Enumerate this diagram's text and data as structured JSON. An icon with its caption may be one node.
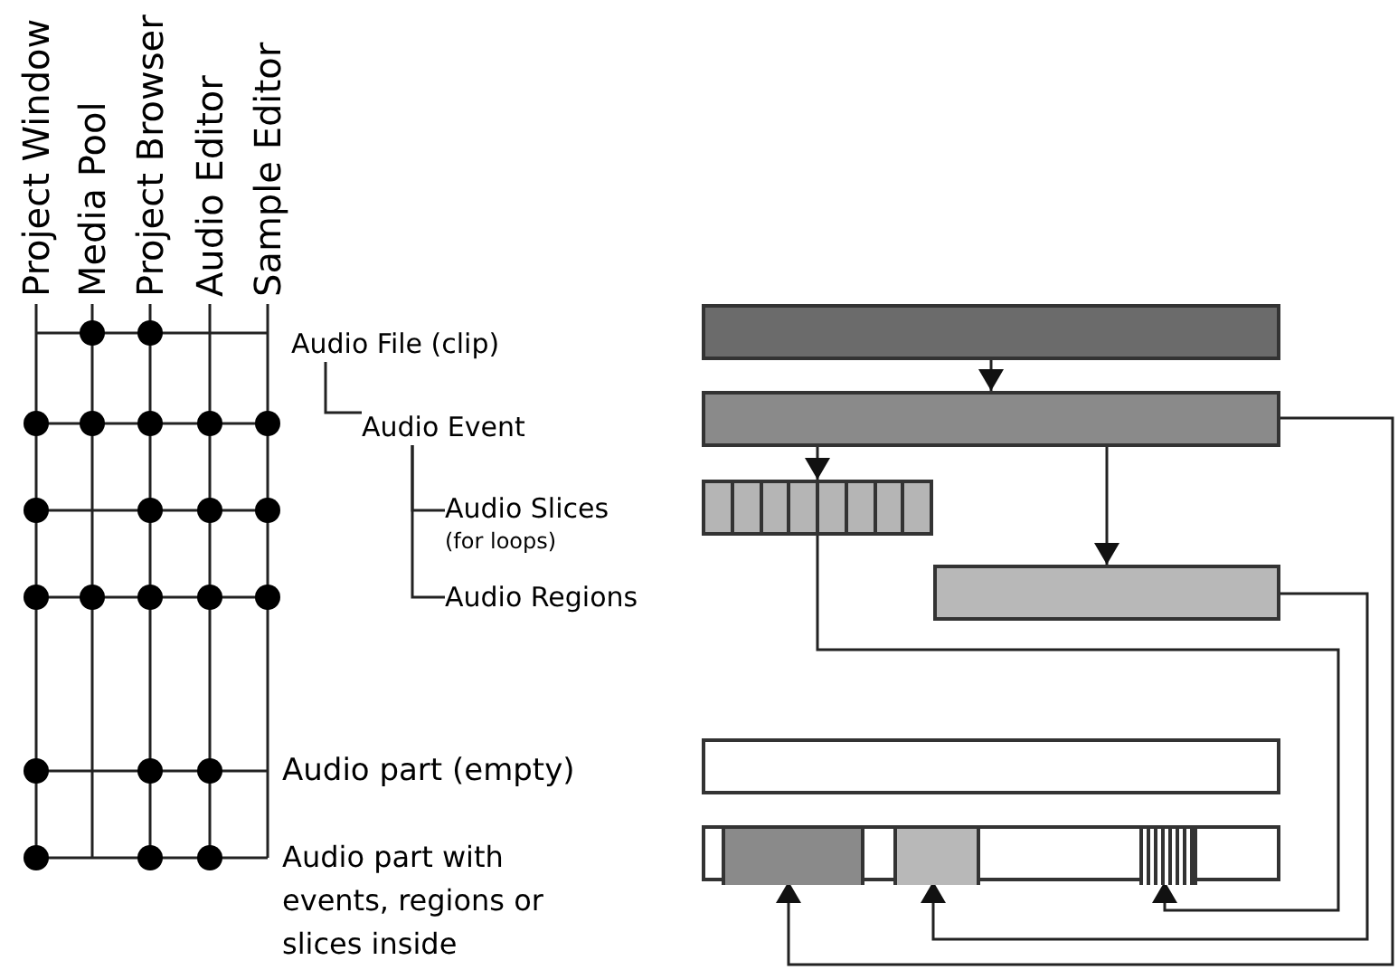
{
  "diagram": {
    "nodes": [
      {
        "text": [
          "Audio File (clip)"
        ]
      },
      {
        "text": [
          "Audio Event"
        ]
      },
      {
        "text": [
          "Audio Slices",
          "(for loops)"
        ]
      },
      {
        "text": [
          "Audio Regions"
        ]
      },
      {
        "text": [
          "Audio part (empty)"
        ]
      },
      {
        "text": [
          "Audio part with events, regions or slices inside"
        ]
      },
      {
        "text": [],
        "shape": "bar"
      },
      {
        "text": [],
        "shape": "bar"
      },
      {
        "text": [],
        "shape": "bar"
      },
      {
        "text": [],
        "shape": "bar"
      },
      {
        "text": [],
        "shape": "bar"
      },
      {
        "text": [],
        "shape": "bar"
      },
      {
        "text": [],
        "shape": "bar",
        "in": 11
      },
      {
        "text": [],
        "shape": "bar",
        "in": 11
      },
      {
        "text": [],
        "shape": "bar",
        "in": 11
      }
    ],
    "edges": [
      {
        "from": 0,
        "to": 1,
        "arrow": "none"
      },
      {
        "from": 1,
        "to": 2,
        "arrow": "none"
      },
      {
        "from": 1,
        "to": 3,
        "arrow": "none"
      },
      {
        "from": 6,
        "to": 7,
        "arrow": "to"
      },
      {
        "from": 7,
        "to": 8,
        "arrow": "to"
      },
      {
        "from": 7,
        "to": 9,
        "arrow": "to"
      },
      {
        "from": 8,
        "to": 14,
        "arrow": "to"
      },
      {
        "from": 9,
        "to": 13,
        "arrow": "to"
      },
      {
        "from": 7,
        "to": 12,
        "arrow": "to"
      }
    ],
    "labels": [
      "Project Window",
      "Media Pool",
      "Project Browser",
      "Audio Editor",
      "Sample Editor"
    ]
  }
}
